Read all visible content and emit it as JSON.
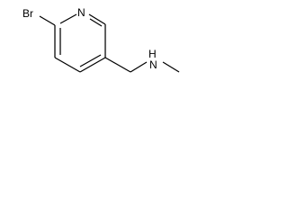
{
  "molecule": {
    "labels": {
      "bromine": "Br",
      "nitrogen_ring": "N",
      "nitrogen_amine": "N",
      "hydrogen_amine": "H"
    },
    "colors": {
      "bond": "#000000",
      "text": "#000000",
      "background": "#ffffff"
    }
  }
}
